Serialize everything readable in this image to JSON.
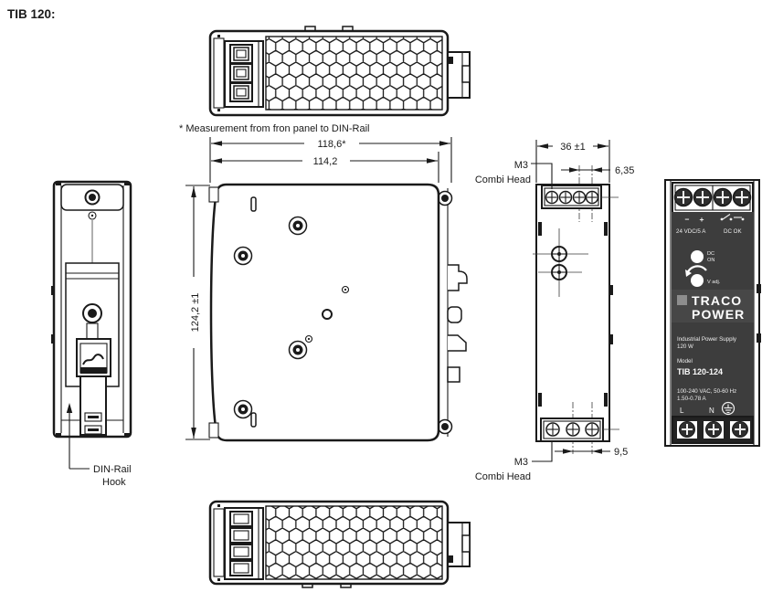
{
  "title": "TIB 120:",
  "note": "* Measurement from fron panel to DIN-Rail",
  "dims": {
    "total_depth": "118,6*",
    "body_depth": "114,2",
    "height": "124,2 ±1",
    "width": "36 ±1",
    "pitch_top": "6,35",
    "pitch_bottom": "9,5",
    "screw_type": "M3",
    "screw_head": "Combi Head"
  },
  "callouts": {
    "din_hook_line1": "DIN-Rail",
    "din_hook_line2": "Hook"
  },
  "front_panel": {
    "minus": "−",
    "plus": "+",
    "output_left": "24 VDC/5 A",
    "output_right": "DC OK",
    "led_label_1": "DC",
    "led_label_2": "ON",
    "vadj_label": "V adj.",
    "brand_line1": "TRACO",
    "brand_line2": "POWER",
    "product_line1": "Industrial Power Supply",
    "product_line2": "120 W",
    "model_label": "Model",
    "model_number": "TIB 120-124",
    "input_line1": "100-240 VAC, 50-60 Hz",
    "input_line2": "1.50-0.78 A",
    "terminal_l": "L",
    "terminal_n": "N"
  },
  "colors": {
    "line": "#1a1a1a",
    "panel_dark": "#3d3d3d",
    "brand_band": "#474747",
    "screw_dark": "#2e2e2e"
  }
}
